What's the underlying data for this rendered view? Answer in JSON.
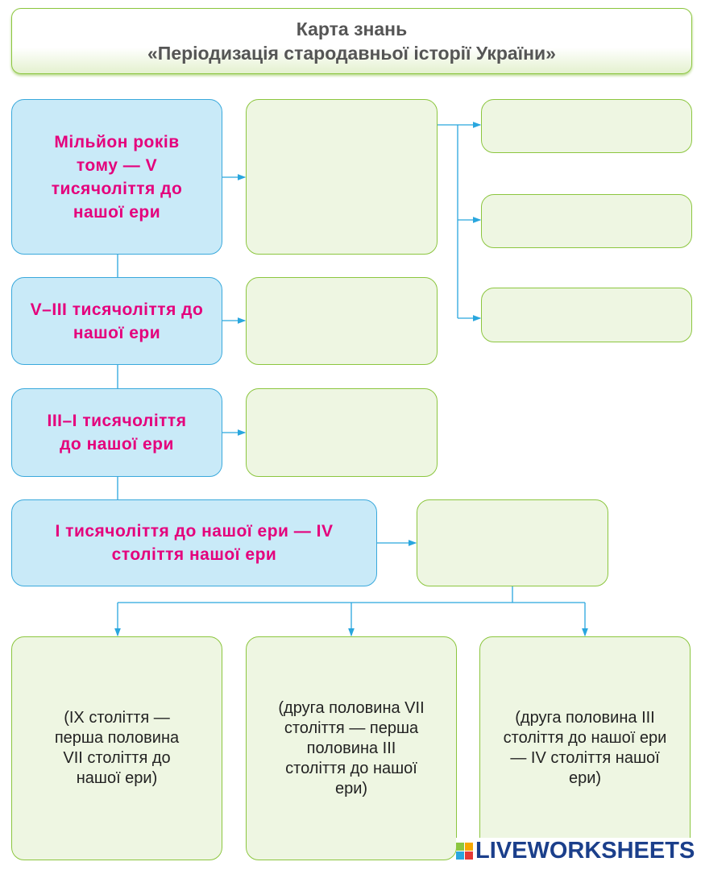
{
  "header": {
    "line1": "Карта знань",
    "line2": "«Періодизація стародавньої історії України»"
  },
  "periods": [
    "Мільйон років тому — V тисячоліття до нашої ери",
    "V–III тисячоліття до нашої ери",
    "III–I тисячоліття до нашої ери",
    "I тисячоліття до нашої ери — IV століття нашої ери"
  ],
  "bottom": [
    "(IX століття — перша половина VII століття до нашої ери)",
    "(друга половина VII століття — перша половина III століття до нашої ери)",
    "(друга половина III століття до нашої ери — IV століття нашої ери)"
  ],
  "logo": {
    "text": "LIVEWORKSHEETS",
    "letters": [
      "L",
      "I",
      "V",
      "E"
    ]
  },
  "colors": {
    "accent": "#e4007c",
    "line": "#29a6de",
    "green_border": "#8cc63f"
  }
}
